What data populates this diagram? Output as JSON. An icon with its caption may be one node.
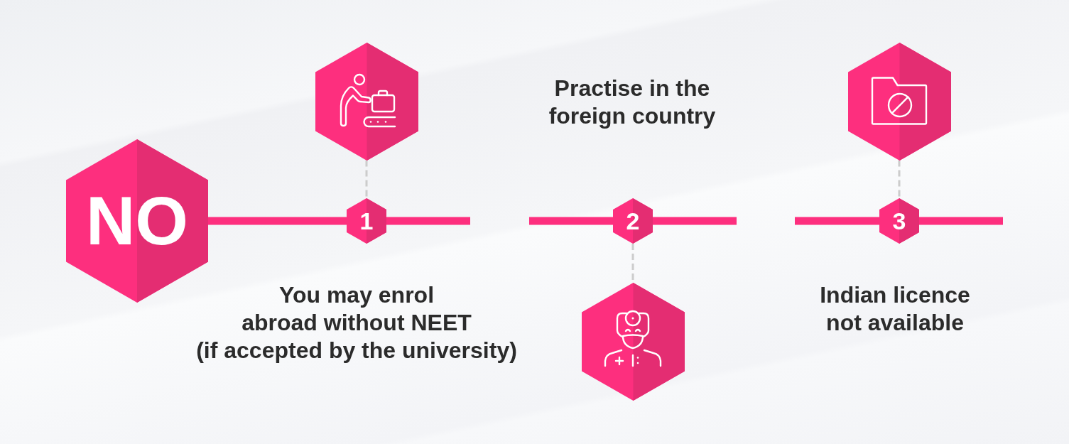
{
  "diagram": {
    "nodes": [
      {
        "text": [
          "NO"
        ]
      },
      {
        "text": [],
        "shape": "hexagon"
      },
      {
        "text": [
          "1"
        ]
      },
      {
        "text": [
          "2"
        ]
      },
      {
        "text": [],
        "shape": "hexagon"
      },
      {
        "text": [],
        "shape": "hexagon"
      },
      {
        "text": [
          "3"
        ]
      }
    ],
    "edges": [
      {
        "from": 0,
        "to": 2,
        "arrow": "none"
      },
      {
        "from": 2,
        "to": null,
        "arrow": "none"
      },
      {
        "from": null,
        "to": 3,
        "arrow": "none"
      },
      {
        "from": 3,
        "to": null,
        "arrow": "none"
      },
      {
        "from": null,
        "to": 6,
        "arrow": "none"
      },
      {
        "from": 6,
        "to": null,
        "arrow": "none"
      },
      {
        "from": 1,
        "to": 2,
        "arrow": "none",
        "style": "dashed",
        "color": "#cccccc"
      },
      {
        "from": 3,
        "to": 4,
        "arrow": "none",
        "style": "dashed",
        "color": "#cccccc"
      },
      {
        "from": 5,
        "to": 6,
        "arrow": "none",
        "style": "dashed",
        "color": "#cccccc"
      }
    ],
    "labels": [
      "Practise in the foreign country",
      "You may enrol abroad without NEET (if accepted by the university)",
      "Indian licence not available"
    ]
  }
}
